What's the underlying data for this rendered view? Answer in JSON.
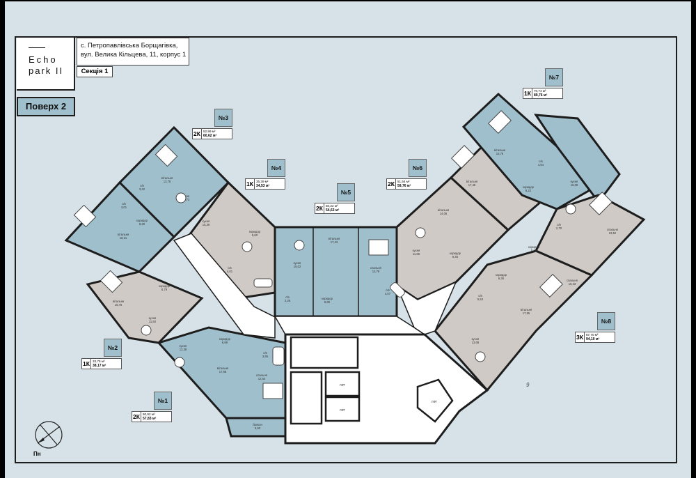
{
  "brand": {
    "line1": "Echo",
    "line2": "park II"
  },
  "address": {
    "line1": "с. Петропавлівська Борщагівка,",
    "line2": "вул. Велика Кільцева, 11, корпус 1"
  },
  "section": "Секція 1",
  "floor": "Поверх 2",
  "north": "Пн",
  "corner_mark": "9",
  "colors": {
    "unit_blue": "#9fbfcc",
    "unit_grey": "#cfcac5",
    "corridor": "#ffffff",
    "background": "#d6e2e8",
    "wall": "#1d1d1d"
  },
  "apartments": [
    {
      "num": "№1",
      "type": "2К",
      "area1": "50,92 м²",
      "area2": "57,83 м²"
    },
    {
      "num": "№2",
      "type": "1К",
      "area1": "33,75 м²",
      "area2": "38,17 м²"
    },
    {
      "num": "№3",
      "type": "2К",
      "area1": "52,99 м²",
      "area2": "60,62 м²"
    },
    {
      "num": "№4",
      "type": "1К",
      "area1": "35,39 м²",
      "area2": "34,53 м²"
    },
    {
      "num": "№5",
      "type": "2К",
      "area1": "50,22 м²",
      "area2": "54,63 м²"
    },
    {
      "num": "№6",
      "type": "2К",
      "area1": "51,54 м²",
      "area2": "59,76 м²"
    },
    {
      "num": "№7",
      "type": "1К",
      "area1": "70,74 м²",
      "area2": "89,76 м²"
    },
    {
      "num": "№8",
      "type": "3К",
      "area1": "87,70 м²",
      "area2": "94,10 м²"
    }
  ],
  "rooms": [
    {
      "label": "вітальня",
      "area": "13,78"
    },
    {
      "label": "с/в",
      "area": "3,42"
    },
    {
      "label": "с/в",
      "area": "3,01"
    },
    {
      "label": "кухня",
      "area": "16,73"
    },
    {
      "label": "коридор",
      "area": "8,29"
    },
    {
      "label": "вітальня",
      "area": "18,21"
    },
    {
      "label": "кухня",
      "area": "15,39"
    },
    {
      "label": "с/в",
      "area": "4,01"
    },
    {
      "label": "коридор",
      "area": "9,60"
    },
    {
      "label": "кухня",
      "area": "15,02"
    },
    {
      "label": "вітальня",
      "area": "17,43"
    },
    {
      "label": "спальня",
      "area": "12,79"
    },
    {
      "label": "коридор",
      "area": "8,85"
    },
    {
      "label": "с/в",
      "area": "2,36"
    },
    {
      "label": "с/в",
      "area": "4,07"
    },
    {
      "label": "кухня",
      "area": "11,66"
    },
    {
      "label": "коридор",
      "area": "6,45"
    },
    {
      "label": "вітальня",
      "area": "14,06"
    },
    {
      "label": "вітальня",
      "area": "17,48"
    },
    {
      "label": "вітальня",
      "area": "15,78"
    },
    {
      "label": "с/в",
      "area": "4,64"
    },
    {
      "label": "кухня",
      "area": "15,09"
    },
    {
      "label": "коридор",
      "area": "8,22"
    },
    {
      "label": "с/в",
      "area": "2,70"
    },
    {
      "label": "спальня",
      "area": "23,52"
    },
    {
      "label": "коридор",
      "area": "8,45"
    },
    {
      "label": "спальня",
      "area": "16,43"
    },
    {
      "label": "вітальня",
      "area": "17,55"
    },
    {
      "label": "кухня",
      "area": "13,08"
    },
    {
      "label": "с/в",
      "area": "5,53"
    },
    {
      "label": "коридор",
      "area": "6,36"
    },
    {
      "label": "вітальня",
      "area": "16,76"
    },
    {
      "label": "коридор",
      "area": "8,79"
    },
    {
      "label": "кухня",
      "area": "11,50"
    },
    {
      "label": "кухня",
      "area": "12,38"
    },
    {
      "label": "вітальня",
      "area": "17,68"
    },
    {
      "label": "коридор",
      "area": "6,89"
    },
    {
      "label": "спальня",
      "area": "12,54"
    },
    {
      "label": "с/в",
      "area": "3,95"
    },
    {
      "label": "балкон",
      "area": "5,90"
    }
  ],
  "lifts": [
    "ЛФТ",
    "ЛФТ",
    "ЛФТ"
  ]
}
